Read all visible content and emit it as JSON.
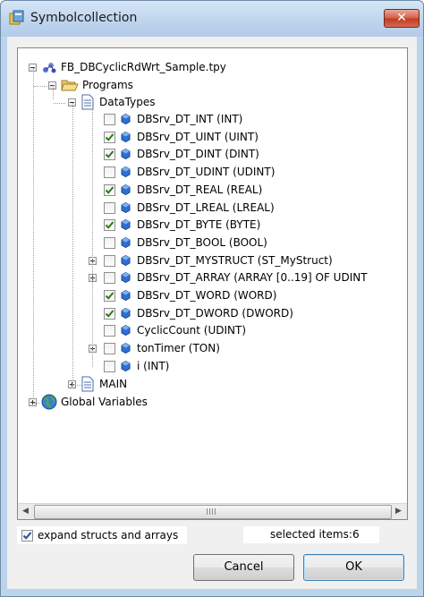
{
  "window": {
    "title": "Symbolcollection"
  },
  "tree": {
    "root": {
      "label": "FB_DBCyclicRdWrt_Sample.tpy"
    },
    "programs": {
      "label": "Programs"
    },
    "datatypes": {
      "label": "DataTypes"
    },
    "items": [
      {
        "label": "DBSrv_DT_INT (INT)",
        "checked": false,
        "expandable": false
      },
      {
        "label": "DBSrv_DT_UINT (UINT)",
        "checked": true,
        "expandable": false
      },
      {
        "label": "DBSrv_DT_DINT (DINT)",
        "checked": true,
        "expandable": false
      },
      {
        "label": "DBSrv_DT_UDINT (UDINT)",
        "checked": false,
        "expandable": false
      },
      {
        "label": "DBSrv_DT_REAL (REAL)",
        "checked": true,
        "expandable": false
      },
      {
        "label": "DBSrv_DT_LREAL (LREAL)",
        "checked": false,
        "expandable": false
      },
      {
        "label": "DBSrv_DT_BYTE (BYTE)",
        "checked": true,
        "expandable": false
      },
      {
        "label": "DBSrv_DT_BOOL (BOOL)",
        "checked": false,
        "expandable": false
      },
      {
        "label": "DBSrv_DT_MYSTRUCT (ST_MyStruct)",
        "checked": false,
        "expandable": true
      },
      {
        "label": "DBSrv_DT_ARRAY (ARRAY [0..19] OF UDINT",
        "checked": false,
        "expandable": true
      },
      {
        "label": "DBSrv_DT_WORD (WORD)",
        "checked": true,
        "expandable": false
      },
      {
        "label": "DBSrv_DT_DWORD (DWORD)",
        "checked": true,
        "expandable": false
      },
      {
        "label": "CyclicCount (UDINT)",
        "checked": false,
        "expandable": false
      },
      {
        "label": "tonTimer (TON)",
        "checked": false,
        "expandable": true
      },
      {
        "label": "i (INT)",
        "checked": false,
        "expandable": false
      }
    ],
    "main": {
      "label": "MAIN"
    },
    "globals": {
      "label": "Global Variables"
    }
  },
  "options": {
    "expand_label": "expand structs and arrays",
    "expand_checked": true
  },
  "status": {
    "selected_label": "selected items:",
    "selected_count": "6"
  },
  "buttons": {
    "cancel": "Cancel",
    "ok": "OK"
  },
  "colors": {
    "check": "#2a7a18",
    "titlebar": "#c1d6ee",
    "close": "#c94a33"
  }
}
